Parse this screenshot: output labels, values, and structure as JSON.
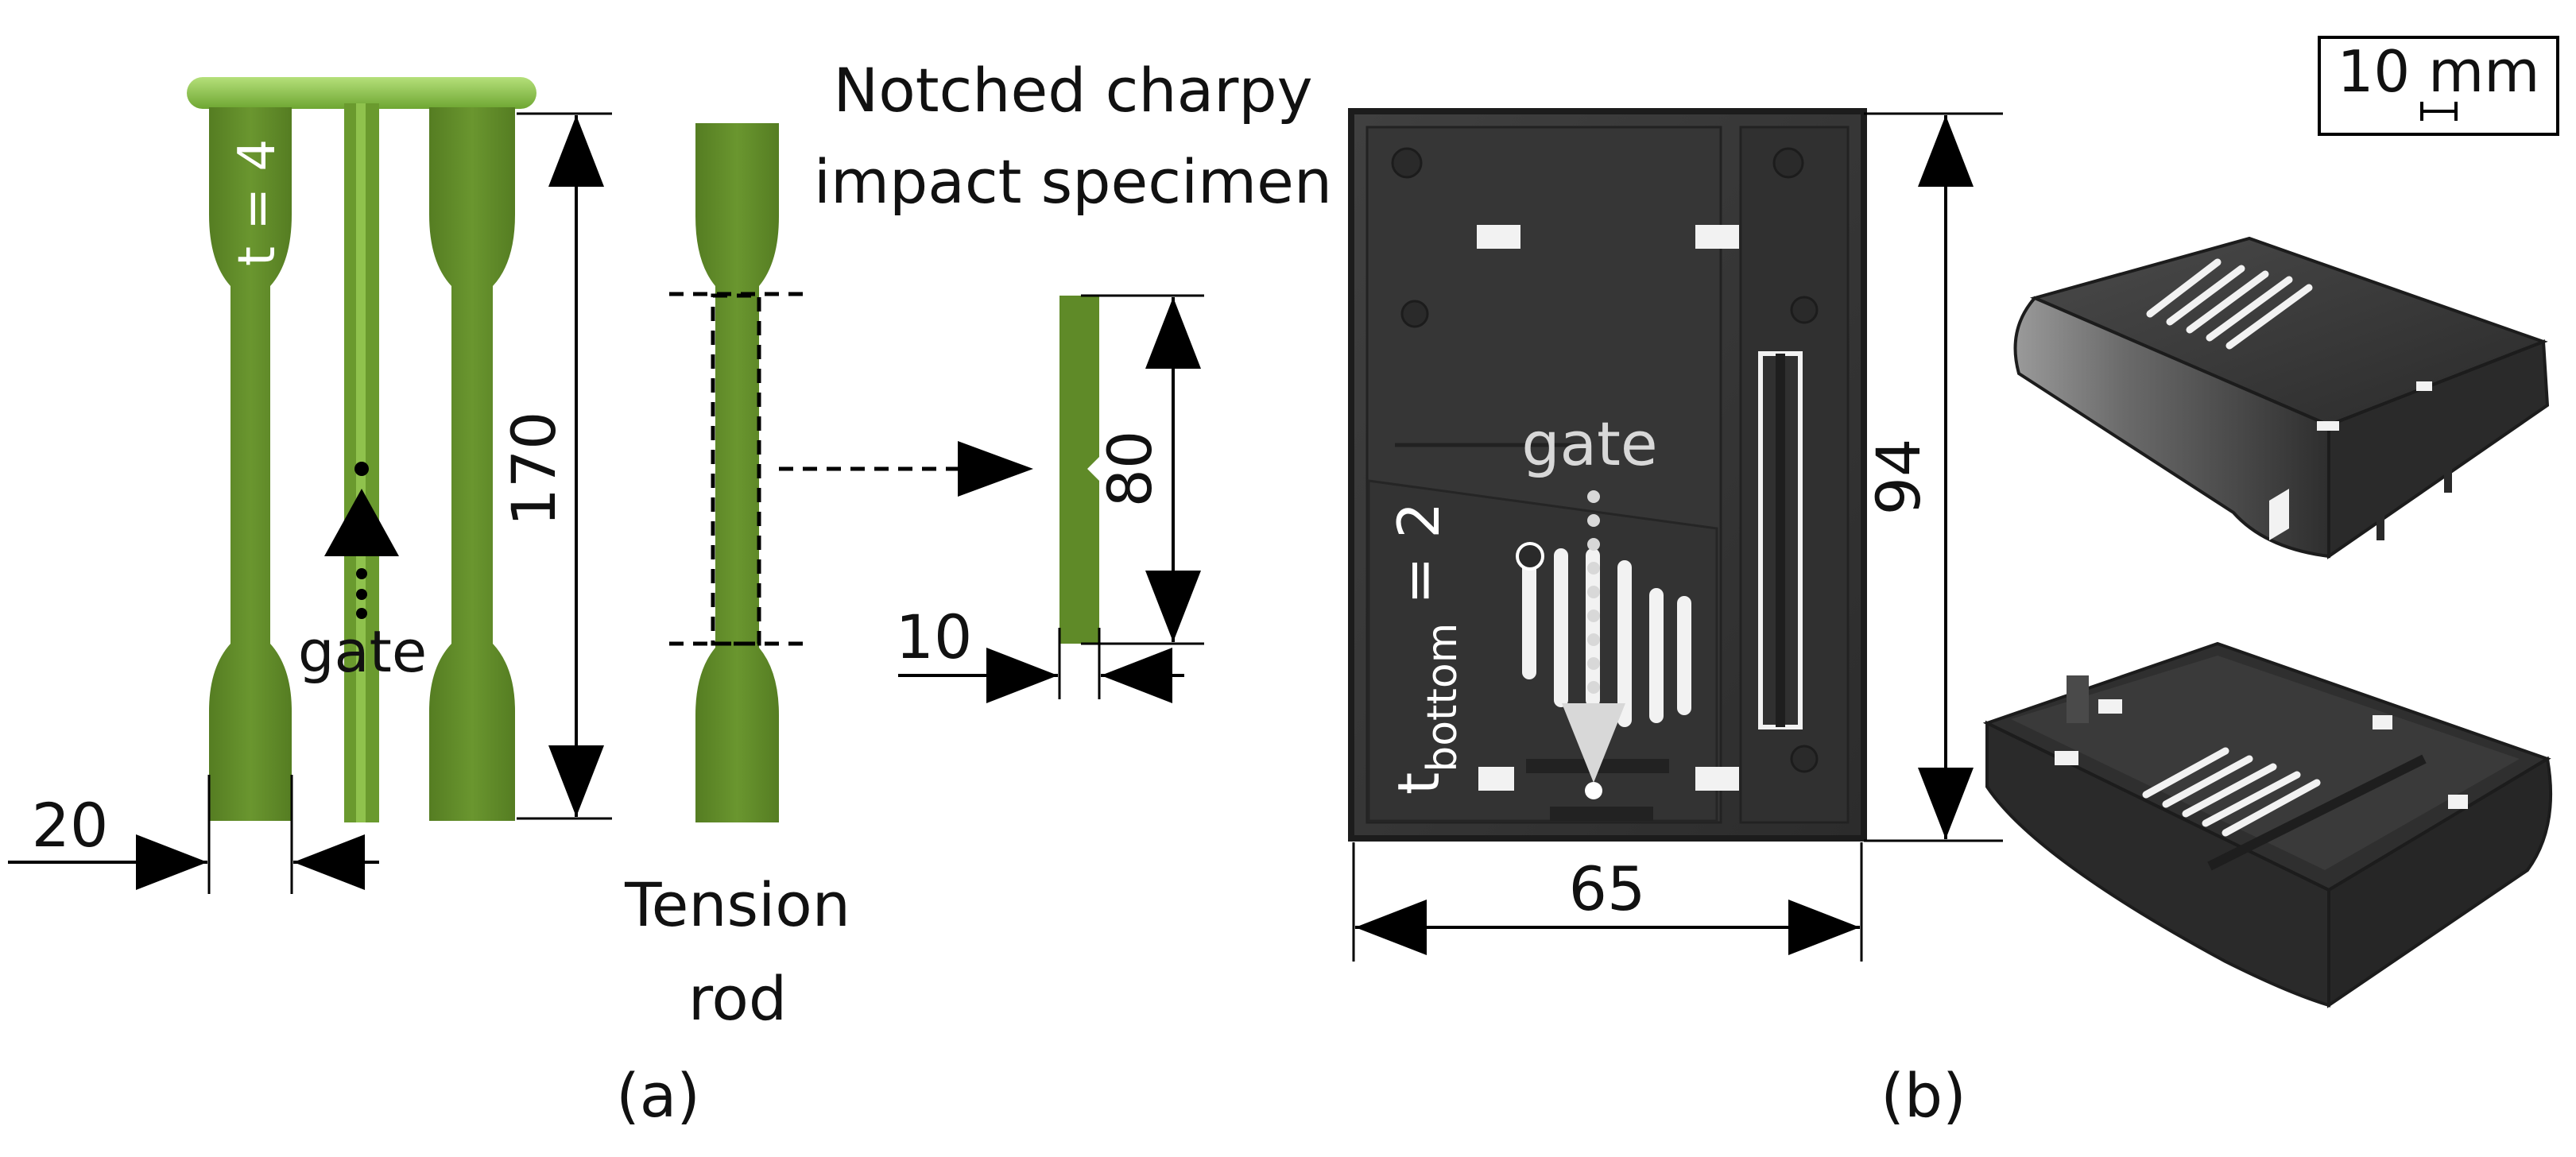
{
  "colors": {
    "specimen_green": "#5f8a28",
    "specimen_dark": "#4a6e1c",
    "runner_light": "#8bc34a",
    "housing_dark": "#3a3a3a",
    "housing_darker": "#262626",
    "housing_rim": "#1c1c1c",
    "slot_white": "#f2f2f2",
    "arrow_black": "#000000",
    "gate_marker_white": "#d8d8d8"
  },
  "panel_a": {
    "thickness_label": "t = 4",
    "length_dim": "170",
    "width_dim": "20",
    "gate_label": "gate",
    "tension_label": [
      "Tension",
      "rod"
    ],
    "charpy_label": [
      "Notched charpy",
      "impact specimen"
    ],
    "charpy_length_dim": "80",
    "charpy_width_dim": "10",
    "caption": "(a)"
  },
  "panel_b": {
    "scale_bar": "10 mm",
    "height_dim": "94",
    "width_dim": "65",
    "gate_label": "gate",
    "thickness_label_base": "t",
    "thickness_label_sub": "bottom",
    "thickness_label_value": " = 2",
    "caption": "(b)"
  },
  "icons": {
    "dimension_arrow": "filled-triangle-arrowhead",
    "gate_marker": "dot-and-arrow"
  }
}
